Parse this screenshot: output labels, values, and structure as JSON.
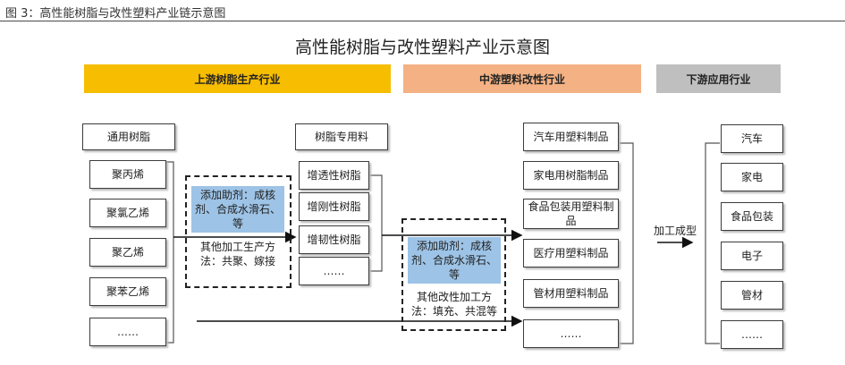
{
  "figure_caption": "图 3：高性能树脂与改性塑料产业链示意图",
  "diagram_title": "高性能树脂与改性塑料产业示意图",
  "bands": {
    "upstream": "上游树脂生产行业",
    "midstream": "中游塑料改性行业",
    "downstream": "下游应用行业"
  },
  "upstream": {
    "general_header": "通用树脂",
    "general_resins": [
      "聚丙烯",
      "聚氯乙烯",
      "聚乙烯",
      "聚苯乙烯",
      "……"
    ],
    "process_additive": "添加助剂：成核剂、合成水滑石、等",
    "process_other": "其他加工生产方法：共聚、嫁接",
    "special_header": "树脂专用料",
    "special_resins": [
      "增透性树脂",
      "增刚性树脂",
      "增韧性树脂",
      "……"
    ]
  },
  "midstream": {
    "process_additive": "添加助剂：成核剂、合成水滑石、等",
    "process_other": "其他改性加工方法：填充、共混等",
    "products": [
      "汽车用塑料制品",
      "家电用树脂制品",
      "食品包装用塑料制品",
      "医疗用塑料制品",
      "管材用塑料制品",
      "……"
    ]
  },
  "processing_label": "加工成型",
  "downstream": {
    "applications": [
      "汽车",
      "家电",
      "食品包装",
      "电子",
      "管材",
      "……"
    ]
  }
}
